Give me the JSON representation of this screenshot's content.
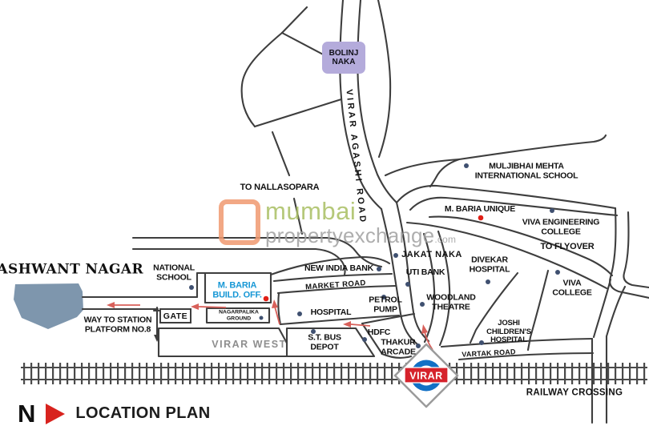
{
  "page": {
    "title": "LOCATION PLAN",
    "compass_letter": "N"
  },
  "station": {
    "name": "VIRAR"
  },
  "watermark": {
    "brand_top": "mumbai",
    "brand_bottom": "propertyexchange",
    "brand_suffix": ".com"
  },
  "colors": {
    "road": "#3e3e3e",
    "poi_dot": "#3f5070",
    "highlight_dot": "#e01f16",
    "route_arrow": "#d8605a",
    "station_blue": "#1270c5",
    "station_red": "#d6222b",
    "bolinj_box": "#b4abdb",
    "area_polygon": "#7e96ad",
    "build_off_text": "#1697d5",
    "virar_west_text": "#8e8e8e",
    "watermark_green": "#a9bf62",
    "watermark_gray": "#a0a0a0",
    "watermark_orange": "#f09a70",
    "north_arrow_red": "#d8231e"
  },
  "labels": {
    "bolinj_naka": "BOLINJ\nNAKA",
    "virar_agashi_road": "VIRAR AGASHI ROAD",
    "to_nallasopara": "TO NALLASOPARA",
    "muljibhai_school": "MULJIBHAI MEHTA\nINTERNATIONAL SCHOOL",
    "m_baria_unique": "M. BARIA UNIQUE",
    "viva_engineering_college": "VIVA ENGINEERING\nCOLLEGE",
    "to_flyover": "TO FLYOVER",
    "jakat_naka": "JAKAT NAKA",
    "divekar_hospital": "DIVEKAR\nHOSPITAL",
    "uti_bank": "UTI BANK",
    "new_india_bank": "NEW INDIA BANK",
    "market_road": "MARKET ROAD",
    "yashwant_nagar": "YASHWANT NAGAR",
    "national_school": "NATIONAL\nSCHOOL",
    "m_baria_build_off": "M. BARIA\nBUILD. OFF.",
    "gate": "GATE",
    "nagarpalika_ground": "NAGARPALIKA\nGROUND",
    "way_to_station": "WAY TO STATION\nPLATFORM NO.8",
    "virar_west": "VIRAR WEST",
    "hospital": "HOSPITAL",
    "petrol_pump": "PETROL\nPUMP",
    "woodland_theatre": "WOODLAND\nTHEATRE",
    "viva_college": "VIVA\nCOLLEGE",
    "st_bus_depot": "S.T. BUS\nDEPOT",
    "hdfc": "HDFC",
    "thakur_arcade": "THAKUR\nARCADE",
    "joshi_childrens_hospital": "JOSHI\nCHILDREN'S\nHOSPITAL",
    "vartak_road": "VARTAK ROAD",
    "railway_crossing": "RAILWAY CROSSING"
  }
}
